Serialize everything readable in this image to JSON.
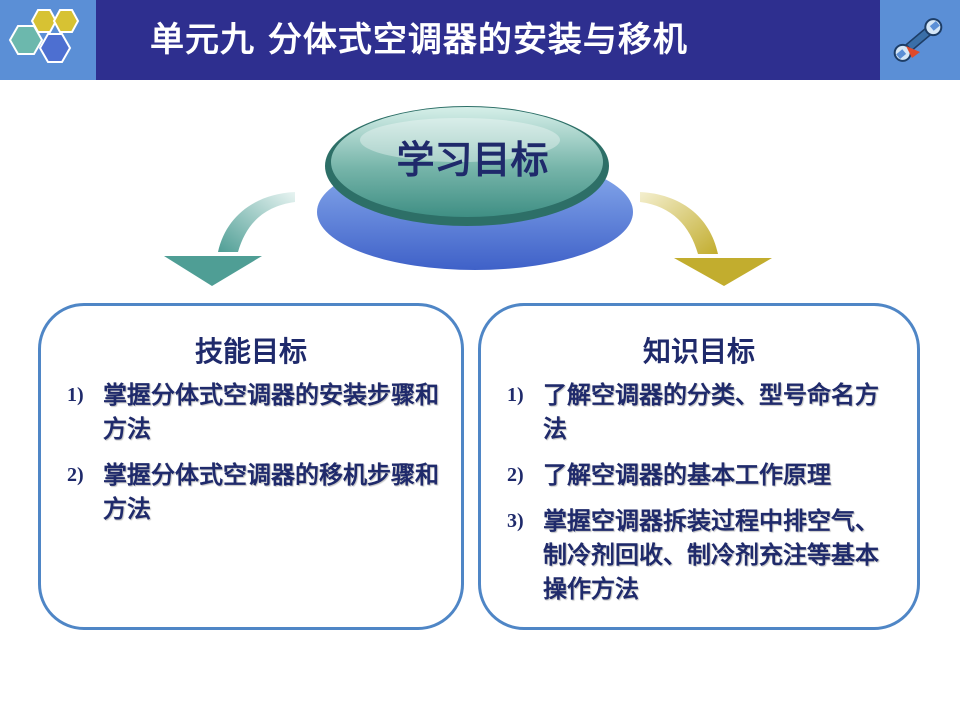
{
  "header": {
    "title": "单元九  分体式空调器的安装与移机"
  },
  "center": {
    "label": "学习目标"
  },
  "panels": [
    {
      "title": "技能目标",
      "items": [
        {
          "num": "1)",
          "text": "掌握分体式空调器的安装步骤和方法"
        },
        {
          "num": "2)",
          "text": "掌握分体式空调器的移机步骤和方法"
        }
      ]
    },
    {
      "title": "知识目标",
      "items": [
        {
          "num": "1)",
          "text": "了解空调器的分类、型号命名方法"
        },
        {
          "num": "2)",
          "text": "了解空调器的基本工作原理"
        },
        {
          "num": "3)",
          "text": "掌握空调器拆装过程中排空气、制冷剂回收、制冷剂充注等基本操作方法"
        }
      ]
    }
  ],
  "colors": {
    "header_bg": "#2e2f8f",
    "accent_blue": "#5b8fd6",
    "text_navy": "#1f2a6b",
    "panel_border": "#4f86c6",
    "teal": "#5aa39c",
    "gold": "#c9b43e"
  },
  "icons": [
    "hexagon-cluster-icon",
    "wrench-icon",
    "curved-arrow-left-icon",
    "curved-arrow-right-icon"
  ]
}
